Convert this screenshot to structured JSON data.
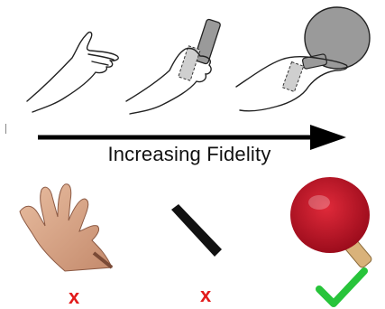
{
  "caption": "Increasing Fidelity",
  "marks": {
    "fail_1": "x",
    "fail_2": "x"
  },
  "colors": {
    "arrow": "#000000",
    "fail": "#e21b1b",
    "success": "#27c43a",
    "prop_gray": "#9a9a9a",
    "paddle_red": "#c8102e",
    "skin": "#d9a88a"
  },
  "icons": {
    "sketch_1": "open-hand-sketch",
    "sketch_2": "hand-holding-stick-sketch",
    "sketch_3": "hand-holding-paddle-sketch",
    "photo_1": "real-hand-photo",
    "photo_2": "black-stick-photo",
    "photo_3": "ping-pong-paddle-photo",
    "success": "checkmark-icon"
  }
}
